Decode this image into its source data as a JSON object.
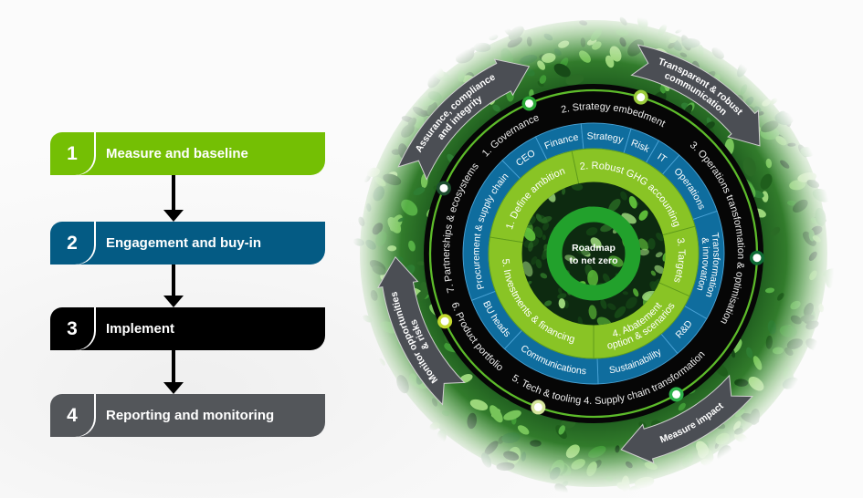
{
  "steps": [
    {
      "number": "1",
      "label": "Measure and baseline",
      "color": "#74bf04"
    },
    {
      "number": "2",
      "label": "Engagement and buy-in",
      "color": "#045b84"
    },
    {
      "number": "3",
      "label": "Implement",
      "color": "#000000"
    },
    {
      "number": "4",
      "label": "Reporting and monitoring",
      "color": "#53565a"
    }
  ],
  "wheel": {
    "center_label": [
      "Roadmap",
      "to net zero"
    ],
    "outer_ring": [
      {
        "lines": [
          "1. Governance"
        ]
      },
      {
        "lines": [
          "2. Strategy embedment"
        ]
      },
      {
        "lines": [
          "3. Operations transformation & optimisation"
        ]
      },
      {
        "lines": [
          "4. Supply chain transformation"
        ]
      },
      {
        "lines": [
          "5. Tech & tooling"
        ]
      },
      {
        "lines": [
          "6. Product portfolio"
        ]
      },
      {
        "lines": [
          "7. Partnerships & ecosystems"
        ]
      }
    ],
    "stakeholder_ring": [
      {
        "lines": [
          "CEO"
        ]
      },
      {
        "lines": [
          "Finance"
        ]
      },
      {
        "lines": [
          "Strategy"
        ]
      },
      {
        "lines": [
          "Risk"
        ]
      },
      {
        "lines": [
          "IT"
        ]
      },
      {
        "lines": [
          "Operations"
        ]
      },
      {
        "lines": [
          "Transformation",
          "& innovation"
        ]
      },
      {
        "lines": [
          "R&D"
        ]
      },
      {
        "lines": [
          "Sustainability"
        ]
      },
      {
        "lines": [
          "Communications"
        ]
      },
      {
        "lines": [
          "BU heads"
        ]
      },
      {
        "lines": [
          "Procurement & supply chain"
        ]
      }
    ],
    "roadmap_ring": [
      {
        "lines": [
          "1. Define ambition"
        ]
      },
      {
        "lines": [
          "2. Robust GHG accounting"
        ]
      },
      {
        "lines": [
          "3. Targets"
        ]
      },
      {
        "lines": [
          "4. Abatement",
          "option & scenarios"
        ]
      },
      {
        "lines": [
          "5. Investments & financing"
        ]
      }
    ],
    "cycle_banners": [
      {
        "lines": [
          "Assurance, compliance",
          "and integrity"
        ]
      },
      {
        "lines": [
          "Transparent & robust",
          "communication"
        ]
      },
      {
        "lines": [
          "Measure impact"
        ]
      },
      {
        "lines": [
          "Monitor opportunities",
          "& risks"
        ]
      }
    ],
    "milestone_dot_colors": [
      "#2aa836",
      "#9ccc3c",
      "#0f6b35",
      "#2db34a",
      "#d5e59c",
      "#c3d82f",
      "#1d4d2e"
    ]
  },
  "colors": {
    "ring_outer": "#060606",
    "ring_stakeholder": "#0f6d9e",
    "ring_stakeholder_divider": "#4aa3d6",
    "ring_roadmap": "#89c425",
    "ring_roadmap_divider": "#5e9a1a",
    "center_ring": "#22a12c",
    "cycle_line": "#5dbb2a",
    "banner": "#4b4e54",
    "banner_border": "#d0d0d0",
    "foliage": [
      "#1f5e1c",
      "#2e7d32",
      "#3f9a35",
      "#56b045",
      "#77c55a",
      "#9bd67a",
      "#174a17",
      "#2a6b25"
    ]
  }
}
